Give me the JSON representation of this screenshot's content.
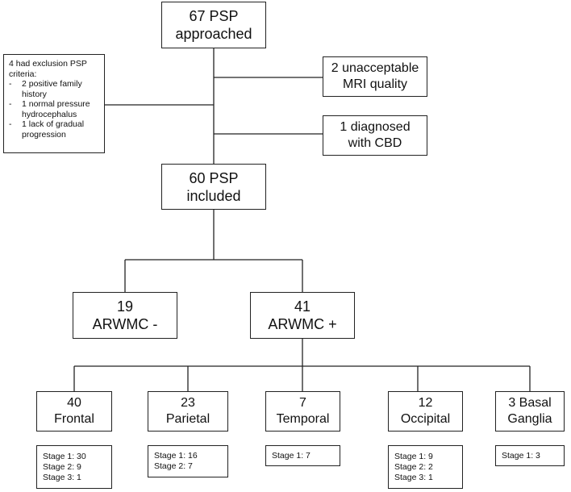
{
  "top": {
    "line1": "67 PSP",
    "line2": "approached"
  },
  "exclusion": {
    "title": "4 had exclusion PSP criteria:",
    "items": [
      "2 positive family history",
      "1 normal pressure hydrocephalus",
      "1 lack of gradual progression"
    ]
  },
  "mri": {
    "line1": "2 unacceptable",
    "line2": "MRI quality"
  },
  "cbd": {
    "line1": "1 diagnosed",
    "line2": "with CBD"
  },
  "included": {
    "line1": "60 PSP",
    "line2": "included"
  },
  "neg": {
    "line1": "19",
    "line2": "ARWMC -"
  },
  "pos": {
    "line1": "41",
    "line2": "ARWMC +"
  },
  "regions": [
    {
      "count": "40",
      "name": "Frontal",
      "stages": [
        "Stage 1: 30",
        "Stage 2: 9",
        "Stage 3: 1"
      ]
    },
    {
      "count": "23",
      "name": "Parietal",
      "stages": [
        "Stage 1: 16",
        "Stage 2: 7"
      ]
    },
    {
      "count": "7",
      "name": "Temporal",
      "stages": [
        "Stage 1: 7"
      ]
    },
    {
      "count": "12",
      "name": "Occipital",
      "stages": [
        "Stage 1: 9",
        "Stage 2: 2",
        "Stage 3: 1"
      ]
    },
    {
      "count": "3 Basal",
      "name": "Ganglia",
      "stages": [
        "Stage 1: 3"
      ]
    }
  ]
}
